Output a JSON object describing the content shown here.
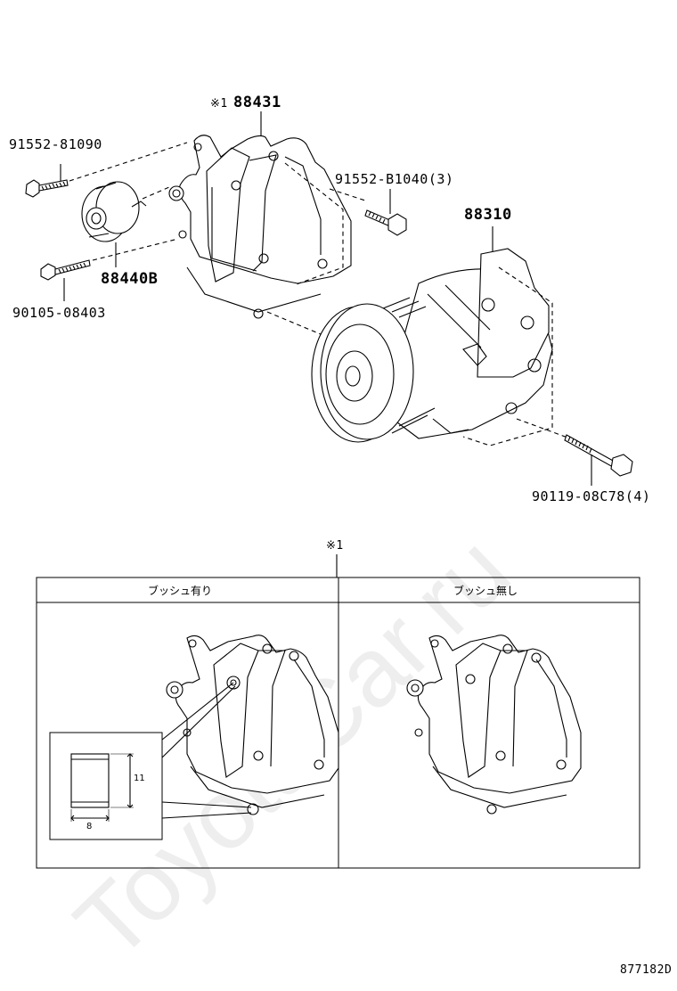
{
  "labels": {
    "bracket": "88431",
    "bracket_mark": "※1",
    "bolt_top_left": "91552-81090",
    "bolt_bracket": "91552-B1040(3)",
    "compressor": "88310",
    "idler_pulley": "88440B",
    "bolt_bottom_left": "90105-08403",
    "bolt_compressor": "90119-08C78(4)"
  },
  "detail": {
    "mark": "※1",
    "col_left_header": "ブッシュ有り",
    "col_right_header": "ブッシュ無し",
    "dim_height": "11",
    "dim_width": "8"
  },
  "diagram_code": "877182D",
  "watermark": "ToyotaCar.ru"
}
